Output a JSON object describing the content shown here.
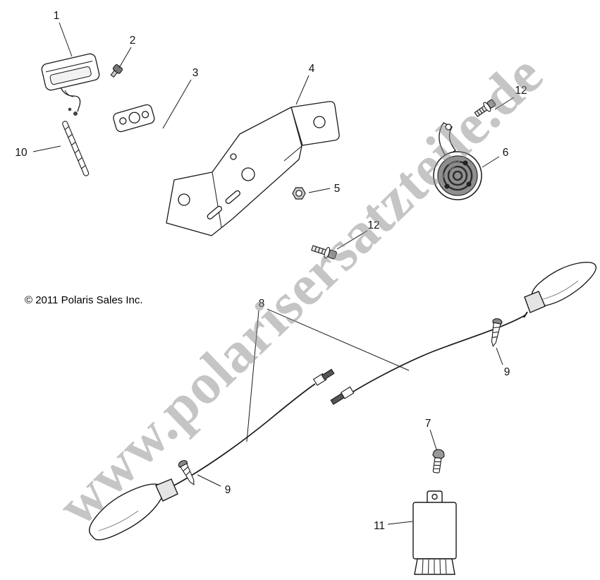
{
  "diagram": {
    "watermark": "www.polarisersatzteile.de",
    "copyright": "© 2011 Polaris Sales Inc.",
    "callouts": [
      {
        "label": "1"
      },
      {
        "label": "2"
      },
      {
        "label": "3"
      },
      {
        "label": "4"
      },
      {
        "label": "5"
      },
      {
        "label": "6"
      },
      {
        "label": "7"
      },
      {
        "label": "8"
      },
      {
        "label": "9"
      },
      {
        "label": "9"
      },
      {
        "label": "10"
      },
      {
        "label": "11"
      },
      {
        "label": "12"
      },
      {
        "label": "12"
      }
    ]
  }
}
